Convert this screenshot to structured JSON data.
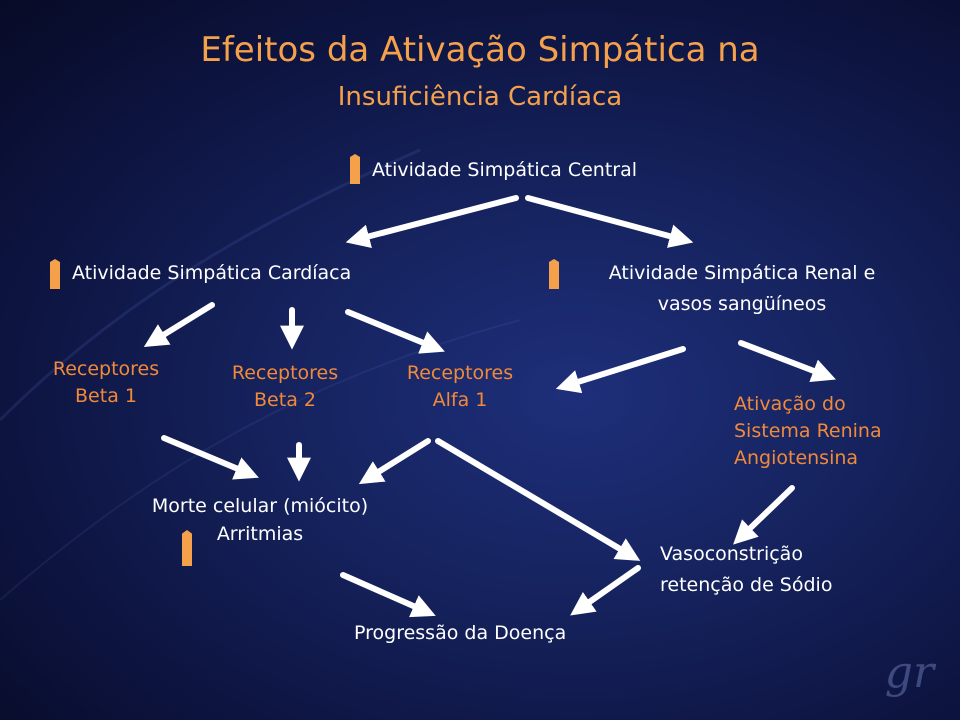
{
  "title": {
    "line1": "Efeitos da Ativação Simpática na",
    "line2": "Insuficiência Cardíaca"
  },
  "nodes": {
    "central": "Atividade Simpática Central",
    "cardiac": "Atividade Simpática Cardíaca",
    "renal_line1": "Atividade Simpática Renal e",
    "renal_line2": "vasos sangüíneos",
    "beta1_line1": "Receptores",
    "beta1_line2": "Beta 1",
    "beta2_line1": "Receptores",
    "beta2_line2": "Beta 2",
    "alfa1_line1": "Receptores",
    "alfa1_line2": "Alfa 1",
    "raa_line1": "Ativação do",
    "raa_line2": "Sistema Renina",
    "raa_line3": "Angiotensina",
    "death_line1": "Morte celular (miócito)",
    "death_line2": "Arritmias",
    "vaso_line1": "Vasoconstrição",
    "vaso_line2": "retenção de Sódio",
    "progression": "Progressão da Doença"
  },
  "watermark": "gr",
  "colors": {
    "background": "#16235f",
    "title": "#f5a04a",
    "receptor_text": "#f08a3a",
    "increase_marker": "#f5a04a",
    "arrow": "#ffffff"
  }
}
